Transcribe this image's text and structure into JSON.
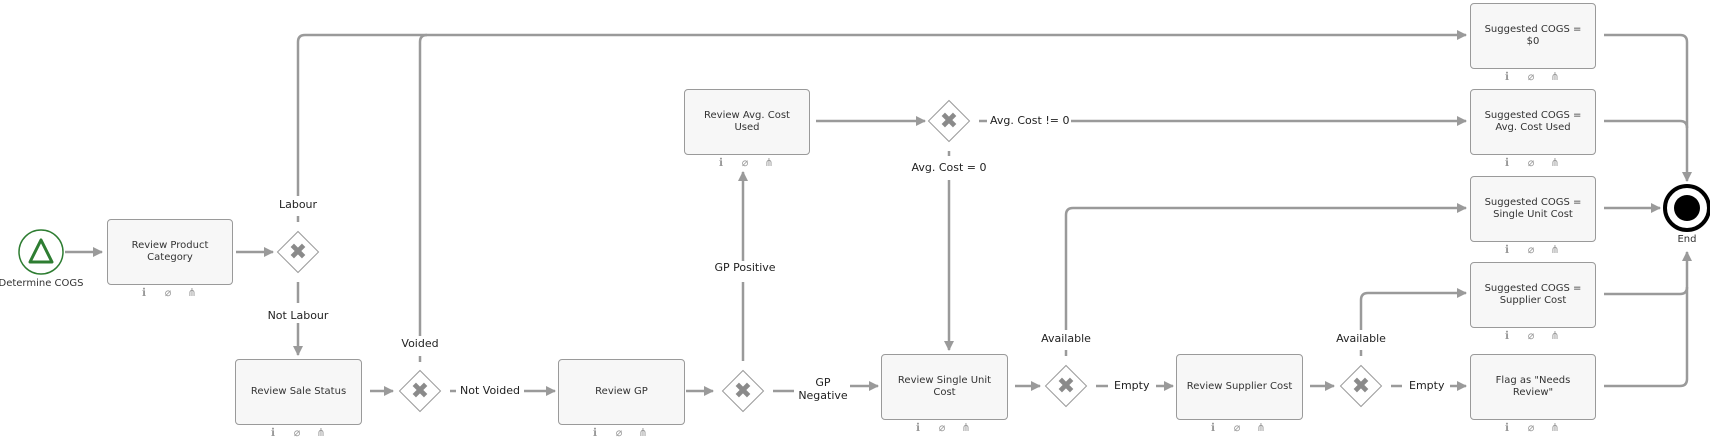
{
  "start": {
    "label": "Determine COGS"
  },
  "end": {
    "label": "End"
  },
  "tasks": {
    "review_product_category": "Review Product Category",
    "review_sale_status": "Review Sale Status",
    "review_gp": "Review GP",
    "review_avg_cost_used": "Review Avg. Cost Used",
    "review_single_unit_cost": "Review Single Unit Cost",
    "review_supplier_cost": "Review Supplier Cost",
    "flag_needs_review": "Flag as \"Needs Review\"",
    "suggested_zero": "Suggested COGS = $0",
    "suggested_avg": "Suggested COGS = Avg. Cost Used",
    "suggested_single": "Suggested COGS = Single Unit Cost",
    "suggested_supplier": "Suggested COGS = Supplier Cost"
  },
  "flow_labels": {
    "labour": "Labour",
    "not_labour": "Not Labour",
    "voided": "Voided",
    "not_voided": "Not Voided",
    "gp_positive": "GP Positive",
    "gp_negative": "GP Negative",
    "avg_cost_ne_0": "Avg. Cost != 0",
    "avg_cost_eq_0": "Avg. Cost = 0",
    "available_1": "Available",
    "empty_1": "Empty",
    "available_2": "Available",
    "empty_2": "Empty"
  },
  "icons": [
    "info-icon",
    "attachment-icon",
    "subprocess-icon"
  ],
  "colors": {
    "line": "#9a9a9a",
    "start_event": "#2e7d32",
    "end_event": "#000000"
  }
}
